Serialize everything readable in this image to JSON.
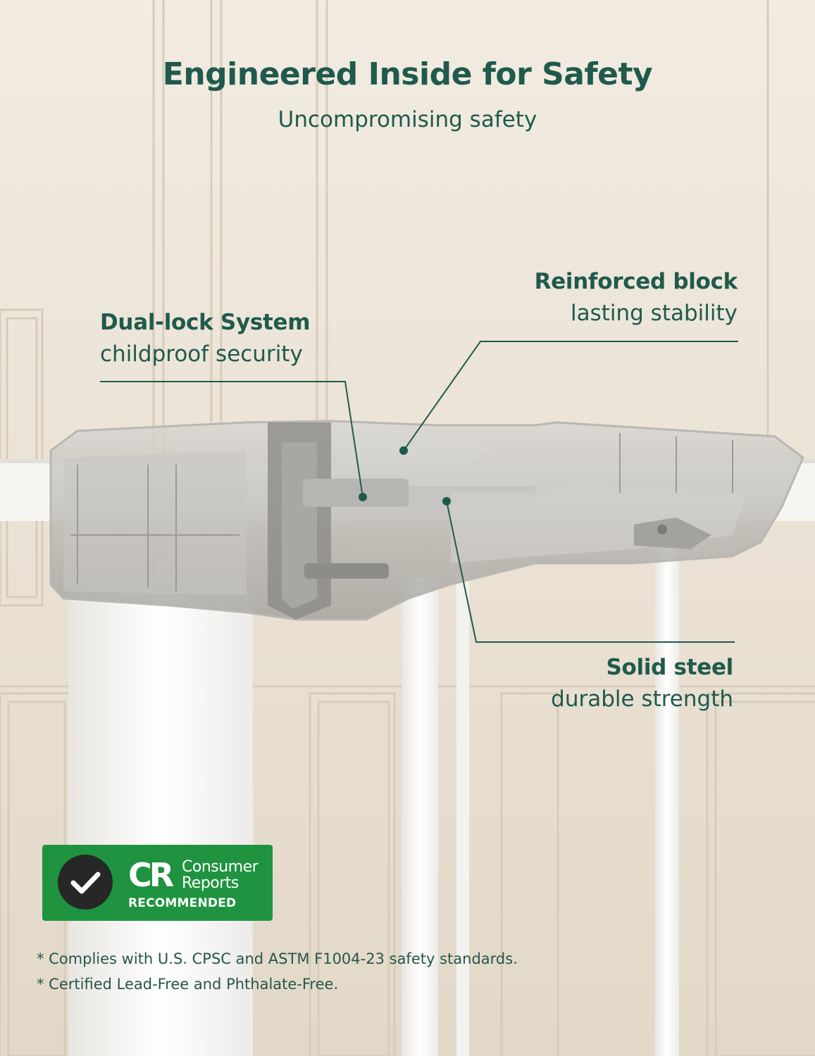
{
  "header": {
    "title": "Engineered Inside for Safety",
    "subtitle": "Uncompromising safety"
  },
  "callouts": {
    "dual_lock": {
      "heading": "Dual-lock System",
      "sub": "childproof security"
    },
    "reinforced": {
      "heading": "Reinforced block",
      "sub": "lasting stability"
    },
    "steel": {
      "heading": "Solid steel",
      "sub": "durable strength"
    }
  },
  "badge": {
    "mark": "CR",
    "name_line1": "Consumer",
    "name_line2": "Reports",
    "recommended": "RECOMMENDED",
    "icon": "checkmark-icon"
  },
  "notes": [
    "* Complies with U.S. CPSC and ASTM F1004-23 safety standards.",
    "* Certified Lead-Free and Phthalate-Free."
  ],
  "colors": {
    "accent": "#1f5a4c",
    "badge_green": "#1f9340",
    "badge_circle": "#272727",
    "background": "#ece4d7"
  }
}
